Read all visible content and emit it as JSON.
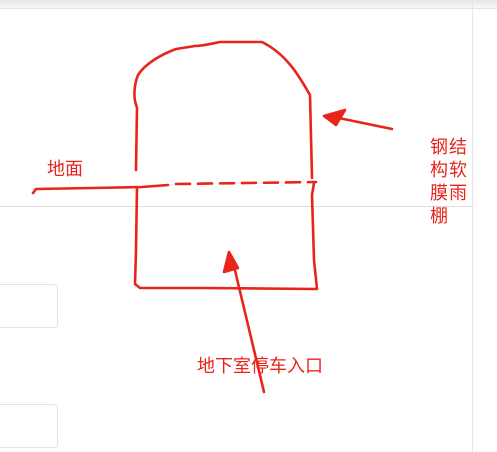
{
  "labels": {
    "ground": "地面",
    "entrance": "地下室停车入口",
    "shed": "钢结构软膜雨棚"
  },
  "colors": {
    "ink": "#e8241b",
    "divider": "#dedede"
  }
}
